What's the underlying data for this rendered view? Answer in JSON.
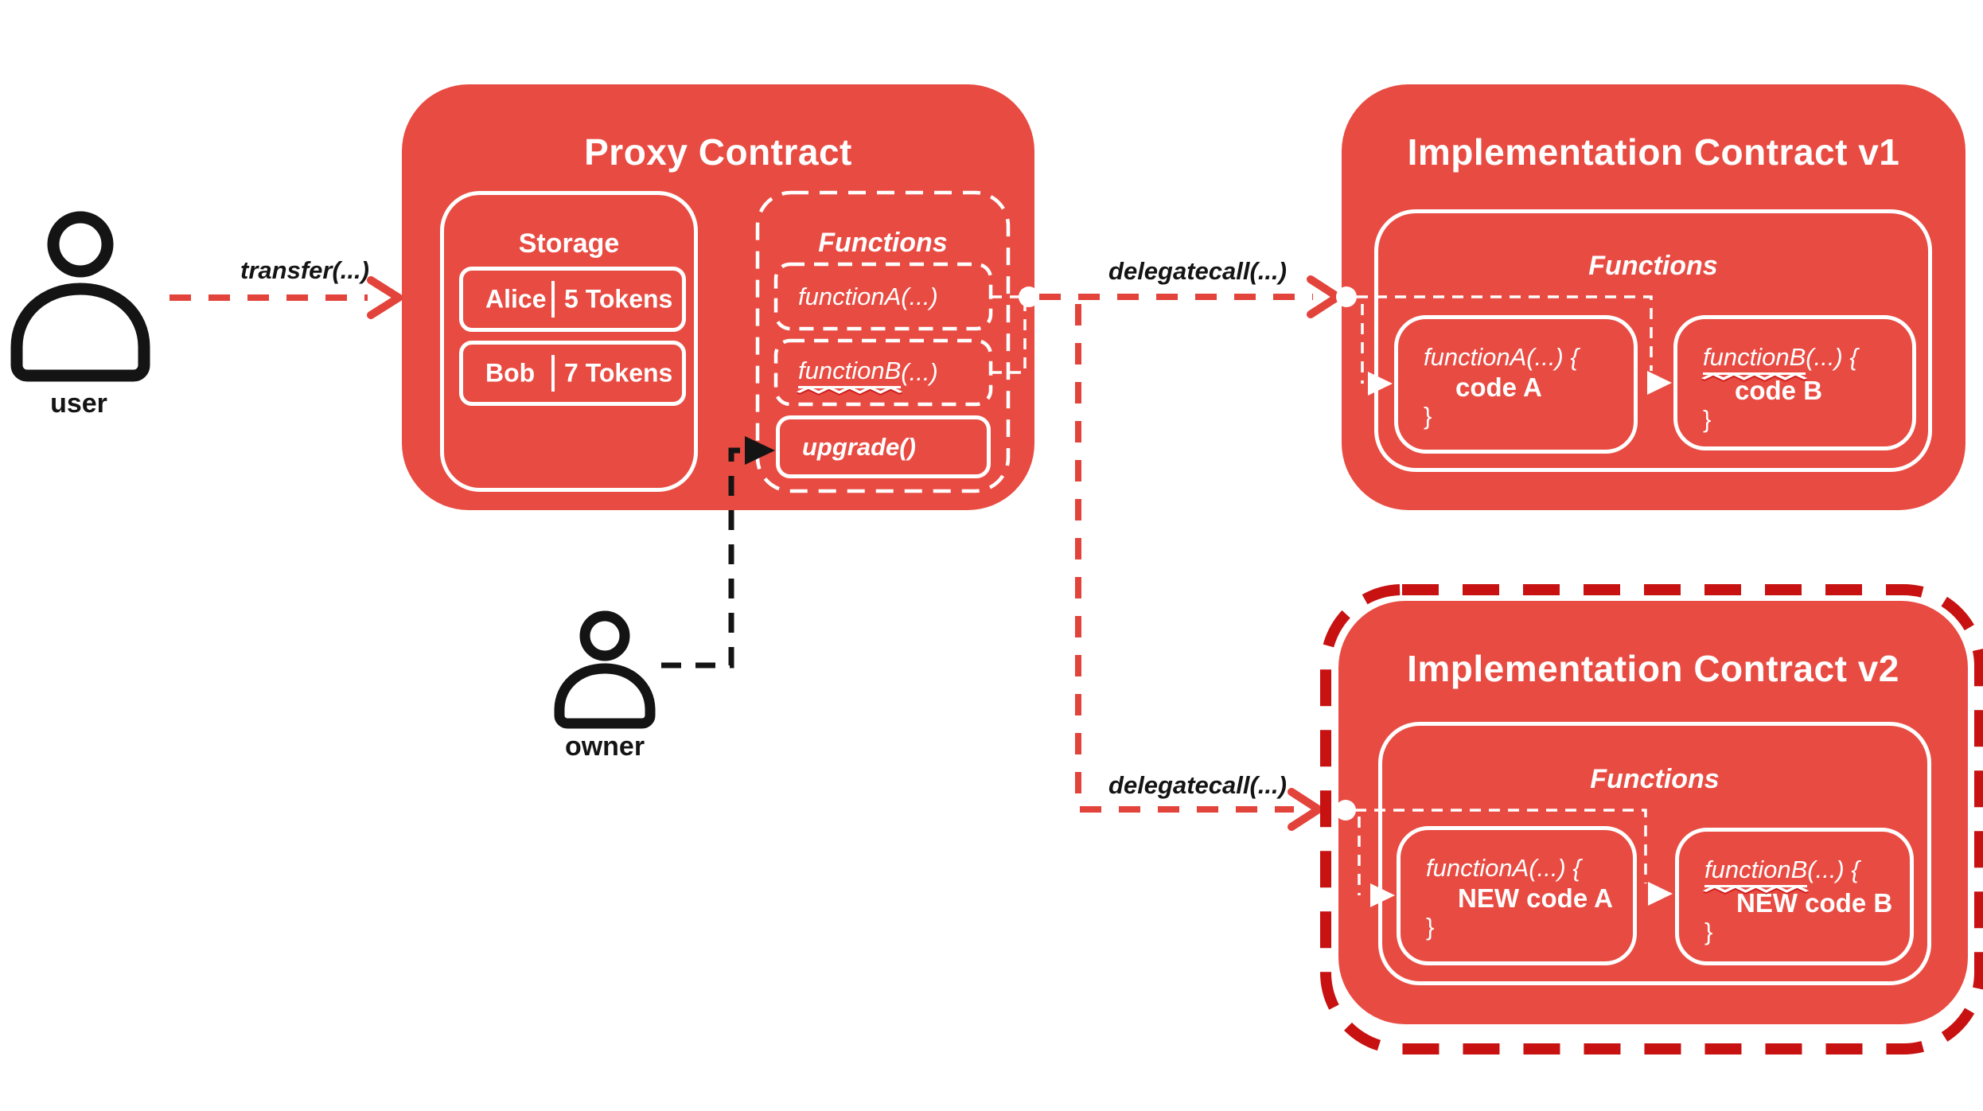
{
  "colors": {
    "red": "#e84b42",
    "line_red": "#e2433b",
    "dark_red": "#c81111",
    "ink": "#141414",
    "white": "#ffffff"
  },
  "actors": {
    "user_label": "user",
    "owner_label": "owner"
  },
  "arrows": {
    "transfer_label": "transfer(...)",
    "delegatecall_v1_label": "delegatecall(...)",
    "delegatecall_v2_label": "delegatecall(...)"
  },
  "proxy": {
    "title": "Proxy Contract",
    "storage_label": "Storage",
    "rows": [
      {
        "name": "Alice",
        "value": "5 Tokens"
      },
      {
        "name": "Bob",
        "value": "7 Tokens"
      }
    ],
    "functions_label": "Functions",
    "function_a": {
      "name": "functionA",
      "suffix": "(...)"
    },
    "function_b": {
      "name": "functionB",
      "suffix": "(...)"
    },
    "upgrade_label": "upgrade()"
  },
  "impl_v1": {
    "title": "Implementation Contract v1",
    "functions_label": "Functions",
    "function_a": {
      "name": "functionA",
      "suffix": "(...) {",
      "body": "code A",
      "close": "}"
    },
    "function_b": {
      "name": "functionB",
      "suffix": "(...) {",
      "body": "code B",
      "close": "}"
    }
  },
  "impl_v2": {
    "title": "Implementation Contract v2",
    "functions_label": "Functions",
    "function_a": {
      "name": "functionA",
      "suffix": "(...) {",
      "body": "NEW code A",
      "close": "}"
    },
    "function_b": {
      "name": "functionB",
      "suffix": "(...) {",
      "body": "NEW code B",
      "close": "}"
    }
  }
}
